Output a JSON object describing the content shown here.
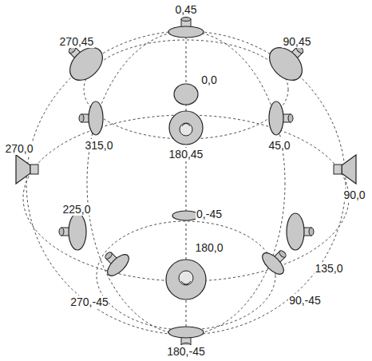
{
  "diagram": {
    "labels": [
      "0,45",
      "270,45",
      "90,45",
      "0,0",
      "315,0",
      "45,0",
      "180,45",
      "270,0",
      "90,0",
      "0,-45",
      "225,0",
      "135,0",
      "180,0",
      "270,-45",
      "90,-45",
      "180,-45"
    ]
  }
}
